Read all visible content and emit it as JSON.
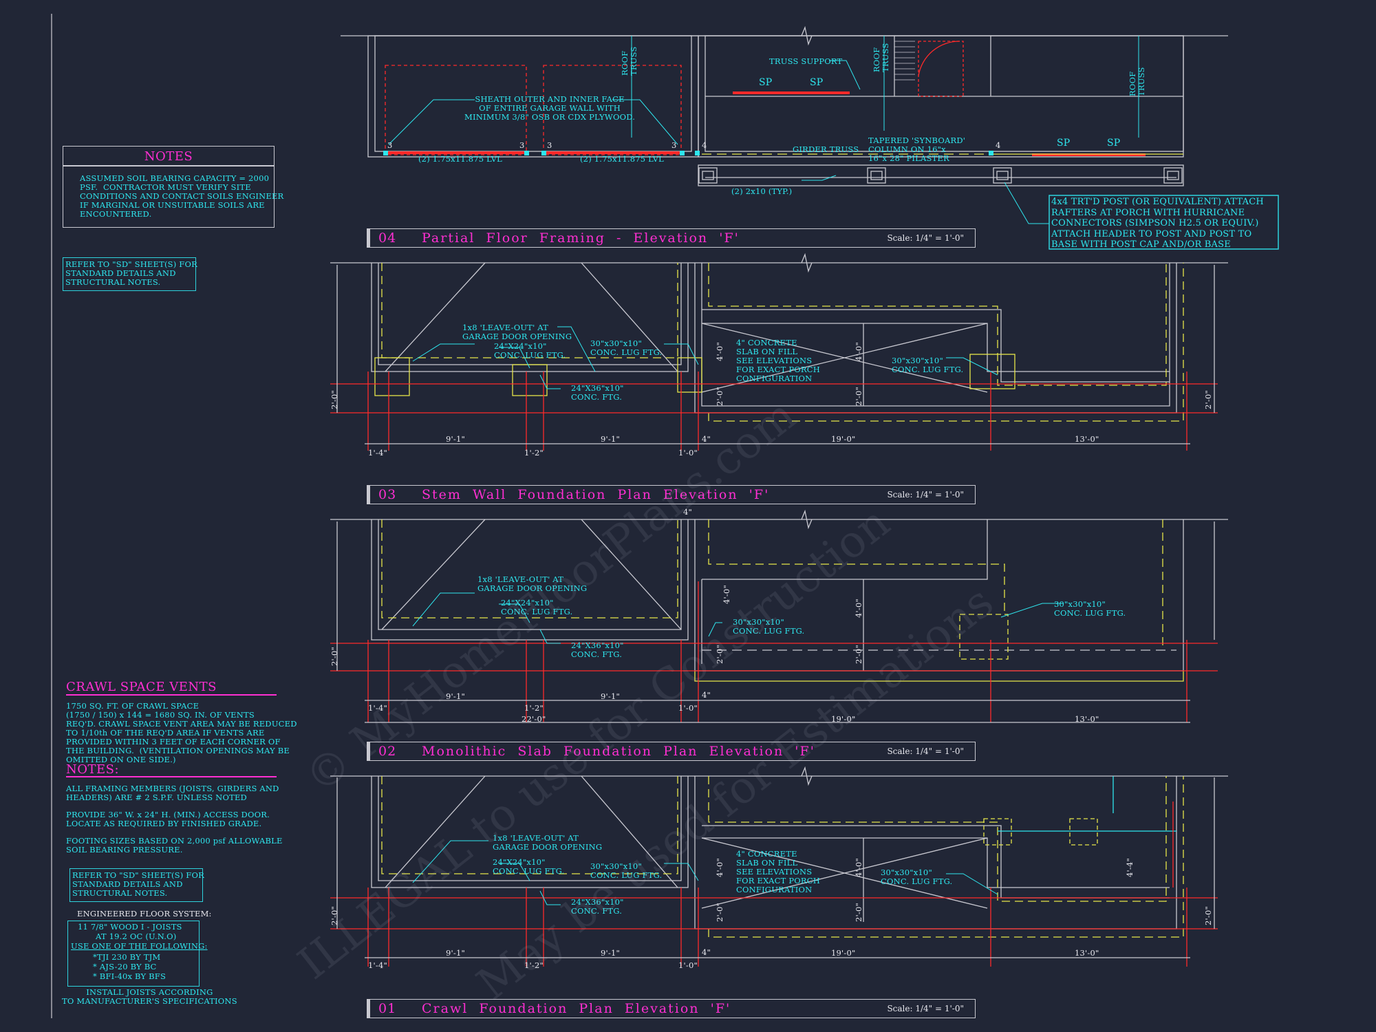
{
  "notes_box": {
    "title": "NOTES",
    "body": "ASSUMED SOIL BEARING CAPACITY = 2000\nPSF.  CONTRACTOR MUST VERIFY SITE\nCONDITIONS AND CONTACT SOILS ENGINEER\nIF MARGINAL OR UNSUITABLE SOILS ARE\nENCOUNTERED."
  },
  "refer_top": "REFER TO \"SD\" SHEET(S) FOR\nSTANDARD DETAILS AND\nSTRUCTURAL NOTES.",
  "crawl_vents": {
    "title": "CRAWL SPACE VENTS",
    "body": "1750 SQ. FT. OF CRAWL SPACE\n(1750 / 150) x 144 = 1680 SQ. IN. OF VENTS\nREQ'D. CRAWL SPACE VENT AREA MAY BE REDUCED\nTO 1/10th OF THE REQ'D AREA IF VENTS ARE\nPROVIDED WITHIN 3 FEET OF EACH CORNER OF\nTHE BUILDING.  (VENTILATION OPENINGS MAY BE\nOMITTED ON ONE SIDE.)"
  },
  "notes2": {
    "title": "NOTES:",
    "item1": "ALL FRAMING MEMBERS (JOISTS, GIRDERS AND\nHEADERS) ARE # 2 S.P.F. UNLESS NOTED",
    "item2": "PROVIDE 36\" W. x 24\" H. (MIN.) ACCESS DOOR.\nLOCATE AS REQUIRED BY FINISHED GRADE.",
    "item3": "FOOTING SIZES BASED ON 2,000 psf ALLOWABLE\nSOIL BEARING PRESSURE."
  },
  "refer_bottom": "REFER TO \"SD\" SHEET(S) FOR\nSTANDARD DETAILS AND\nSTRUCTURAL NOTES.",
  "floor_system": {
    "title": "ENGINEERED FLOOR SYSTEM:",
    "line1": "11 7/8\" WOOD I - JOISTS",
    "line2": "AT 19.2 OC (U.N.O)",
    "line3": "USE ONE OF THE FOLLOWING:",
    "opt1": "*TJI 230 BY TJM",
    "opt2": "* AJS-20 BY BC",
    "opt3": "* BFI-40x BY BFS",
    "footer": "INSTALL JOISTS ACCORDING\nTO MANUFACTURER'S SPECIFICATIONS"
  },
  "drawings": [
    {
      "num": "04",
      "title": "Partial  Floor  Framing  -  Elevation  'F'",
      "scale": "Scale: 1/4\" = 1'-0\""
    },
    {
      "num": "03",
      "title": "Stem  Wall  Foundation  Plan  Elevation  'F'",
      "scale": "Scale: 1/4\" = 1'-0\""
    },
    {
      "num": "02",
      "title": "Monolithic  Slab  Foundation  Plan  Elevation  'F'",
      "scale": "Scale: 1/4\" = 1'-0\""
    },
    {
      "num": "01",
      "title": "Crawl  Foundation  Plan  Elevation  'F'",
      "scale": "Scale: 1/4\" = 1'-0\""
    }
  ],
  "framing": {
    "sheath": "SHEATH OUTER AND INNER FACE\nOF ENTIRE GARAGE WALL WITH\nMINIMUM 3/8\" OSB OR CDX PLYWOOD.",
    "truss_support": "TRUSS SUPPORT",
    "roof_truss": "ROOF\nTRUSS",
    "sp": "SP",
    "lvl": "(2) 1.75x11.875 LVL",
    "girder": "GIRDER TRUSS",
    "tapered": "TAPERED 'SYNBOARD'\nCOLUMN ON 16\"x\n16\"x 28\" PILASTER",
    "two_2x10": "(2) 2x10 (TYP.)",
    "post_note": "4x4 TRT'D POST (OR EQUIVALENT) ATTACH\nRAFTERS AT PORCH WITH HURRICANE\nCONNECTORS (SIMPSON H2.5 OR EQUIV.)\nATTACH HEADER TO POST AND POST TO\nBASE WITH POST CAP AND/OR BASE",
    "num3": "3",
    "num4": "4"
  },
  "plan_labels": {
    "leave_out": "1x8 'LEAVE-OUT' AT\nGARAGE DOOR OPENING",
    "lug_24": "24\"X24\"x10\"\nCONC. LUG FTG.",
    "lug_30": "30\"x30\"x10\"\nCONC. LUG FTG.",
    "ftg_24x36": "24\"X36\"x10\"\nCONC. FTG.",
    "slab": "4\" CONCRETE\nSLAB ON FILL\nSEE ELEVATIONS\nFOR EXACT PORCH\nCONFIGURATION"
  },
  "dims": {
    "d1_4": "1'-4\"",
    "d9_1": "9'-1\"",
    "d1_2": "1'-2\"",
    "d1_0": "1'-0\"",
    "d19": "19'-0\"",
    "d13": "13'-0\"",
    "d22": "22'-0\"",
    "d4in": "4\"",
    "d2_0": "2'-0\"",
    "d4_0": "4'-0\"",
    "d4_4": "4'-4\""
  },
  "watermark": {
    "line1": "© MyHomeFloorPlans.com",
    "line2": "ILLEGAL to use for Construction",
    "line3": "May be used for Estimations"
  },
  "colors": {
    "background": "#212636",
    "cyan": "#2ee6ee",
    "magenta": "#ff2fd2",
    "yellow": "#e6e64a",
    "red": "#ff2a2a",
    "white": "#e8e8ee"
  }
}
